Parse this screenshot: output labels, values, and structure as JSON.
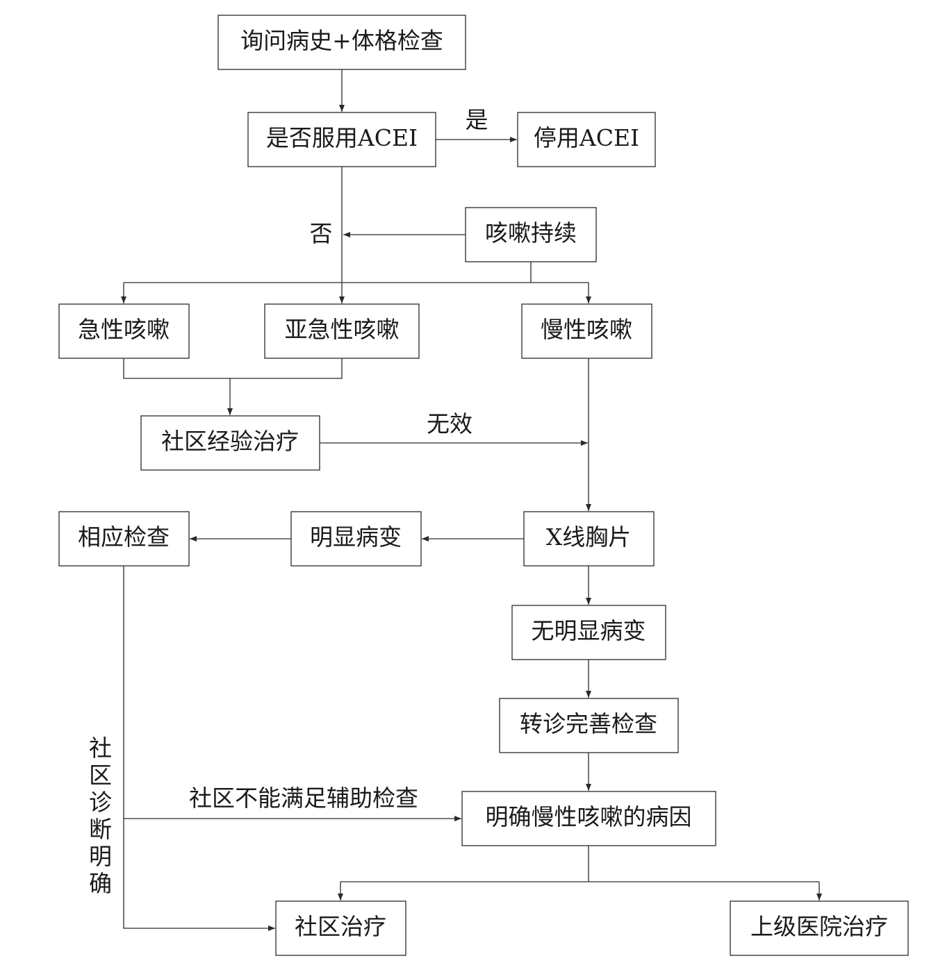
{
  "nodes": {
    "history": "询问病史+体格检查",
    "acei_q": "是否服用ACEI",
    "stop_acei": "停用ACEI",
    "cough_persist": "咳嗽持续",
    "acute": "急性咳嗽",
    "subacute": "亚急性咳嗽",
    "chronic": "慢性咳嗽",
    "empirical": "社区经验治疗",
    "corresponding_exam": "相应检查",
    "obvious_lesion": "明显病变",
    "xray": "X线胸片",
    "no_lesion": "无明显病变",
    "referral": "转诊完善检查",
    "define_cause": "明确慢性咳嗽的病因",
    "community_tx": "社区治疗",
    "higher_tx": "上级医院治疗"
  },
  "labels": {
    "yes": "是",
    "no": "否",
    "ineffective": "无效",
    "community_insufficient": "社区不能满足辅助检查",
    "community_clear": "社区诊断明确"
  }
}
